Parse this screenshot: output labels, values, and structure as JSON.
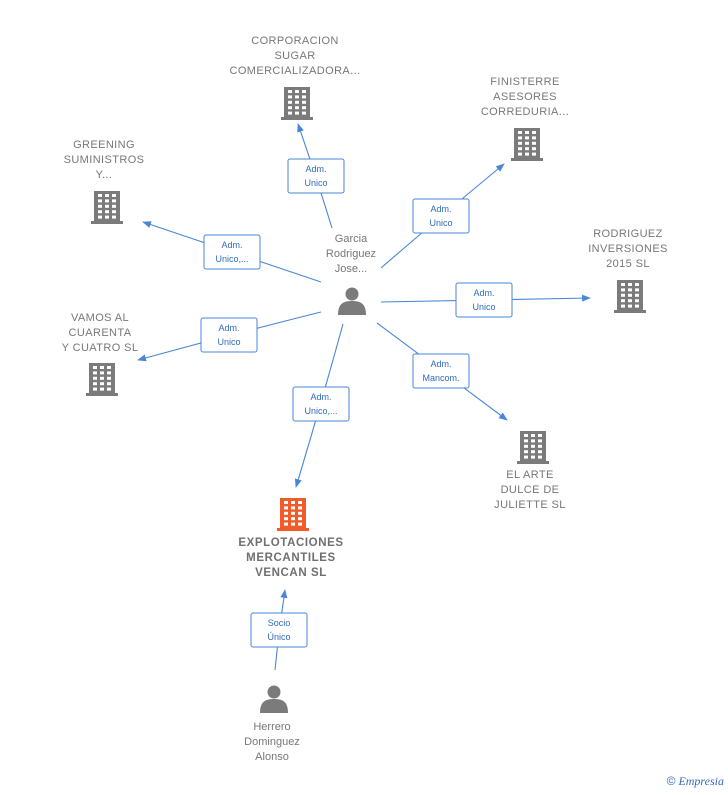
{
  "colors": {
    "edge": "#4a86d8",
    "building": "#7b7b7b",
    "building_focus": "#f15a29",
    "person": "#7b7b7b"
  },
  "nodes": [
    {
      "id": "corporacion",
      "type": "company",
      "icon": "building-icon",
      "lines": [
        "CORPORACION",
        "SUGAR",
        "COMERCIALIZADORA..."
      ]
    },
    {
      "id": "finisterre",
      "type": "company",
      "icon": "building-icon",
      "lines": [
        "FINISTERRE",
        "ASESORES",
        "CORREDURIA..."
      ]
    },
    {
      "id": "greening",
      "type": "company",
      "icon": "building-icon",
      "lines": [
        "GREENING",
        "SUMINISTROS",
        "Y..."
      ]
    },
    {
      "id": "rodriguez",
      "type": "company",
      "icon": "building-icon",
      "lines": [
        "RODRIGUEZ",
        "INVERSIONES",
        "2015  SL"
      ]
    },
    {
      "id": "vamos",
      "type": "company",
      "icon": "building-icon",
      "lines": [
        "VAMOS AL",
        "CUARENTA",
        "Y CUATRO SL"
      ]
    },
    {
      "id": "arte",
      "type": "company",
      "icon": "building-icon",
      "lines": [
        "EL ARTE",
        "DULCE DE",
        "JULIETTE  SL"
      ]
    },
    {
      "id": "explotaciones",
      "type": "company",
      "focus": true,
      "icon": "building-icon",
      "lines": [
        "EXPLOTACIONES",
        "MERCANTILES",
        "VENCAN  SL"
      ]
    },
    {
      "id": "garcia",
      "type": "person",
      "icon": "person-icon",
      "lines": [
        "Garcia",
        "Rodriguez",
        "Jose..."
      ]
    },
    {
      "id": "herrero",
      "type": "person",
      "icon": "person-icon",
      "lines": [
        "Herrero",
        "Dominguez",
        "Alonso"
      ]
    }
  ],
  "edges": [
    {
      "from": "garcia",
      "to": "corporacion",
      "label": [
        "Adm.",
        "Unico"
      ]
    },
    {
      "from": "garcia",
      "to": "finisterre",
      "label": [
        "Adm.",
        "Unico"
      ]
    },
    {
      "from": "garcia",
      "to": "greening",
      "label": [
        "Adm.",
        "Unico,..."
      ]
    },
    {
      "from": "garcia",
      "to": "rodriguez",
      "label": [
        "Adm.",
        "Unico"
      ]
    },
    {
      "from": "garcia",
      "to": "vamos",
      "label": [
        "Adm.",
        "Unico"
      ]
    },
    {
      "from": "garcia",
      "to": "arte",
      "label": [
        "Adm.",
        "Mancom."
      ]
    },
    {
      "from": "garcia",
      "to": "explotaciones",
      "label": [
        "Adm.",
        "Unico,..."
      ]
    },
    {
      "from": "herrero",
      "to": "explotaciones",
      "label": [
        "Socio",
        "Único"
      ]
    }
  ],
  "footer": {
    "copyright": "©",
    "brand": "Empresia"
  }
}
